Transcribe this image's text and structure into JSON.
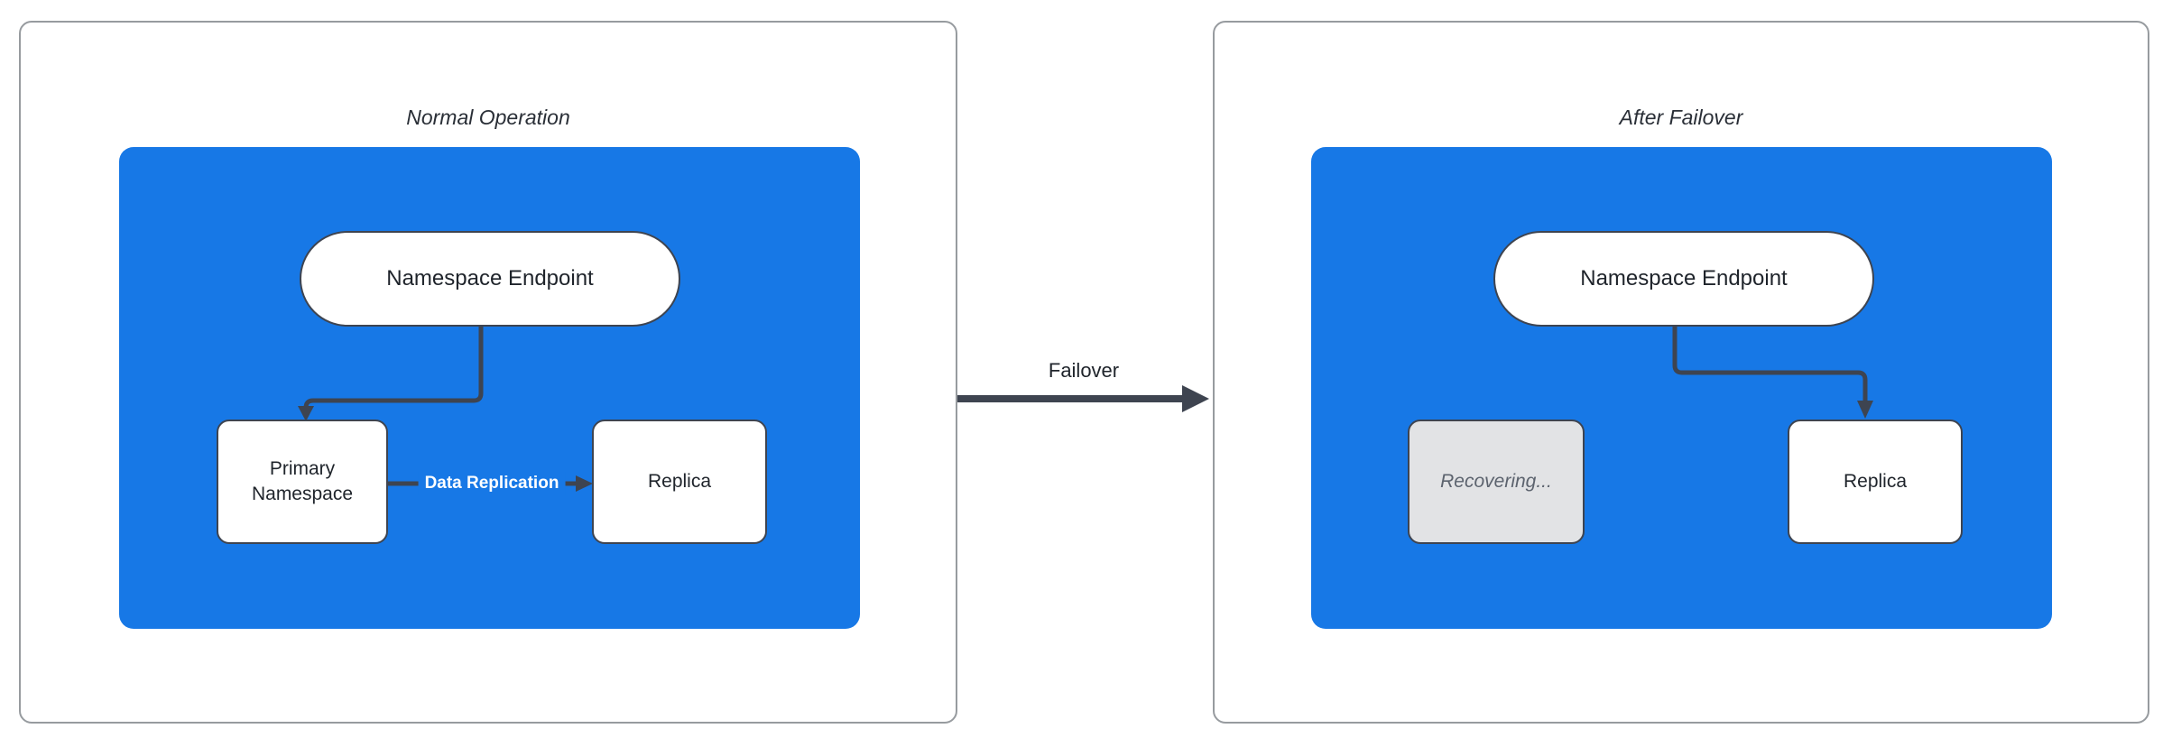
{
  "diagram": {
    "panels": [
      {
        "title": "Normal Operation",
        "endpoint_label": "Namespace Endpoint",
        "left_node_label": "Primary Namespace",
        "right_node_label": "Replica",
        "replication_edge_label": "Data Replication"
      },
      {
        "title": "After Failover",
        "endpoint_label": "Namespace Endpoint",
        "left_node_label": "Recovering...",
        "right_node_label": "Replica"
      }
    ],
    "transition": {
      "label": "Failover"
    },
    "colors": {
      "container_blue": "#1778E6",
      "connector_dark": "#3E4450",
      "panel_border_gray": "#979B9F",
      "node_text": "#1F242B",
      "recovering_fill": "#E2E3E5",
      "recovering_text": "#5C636E",
      "node_fill": "#FFFFFF",
      "edge_label_text": "#FFFFFF"
    }
  }
}
